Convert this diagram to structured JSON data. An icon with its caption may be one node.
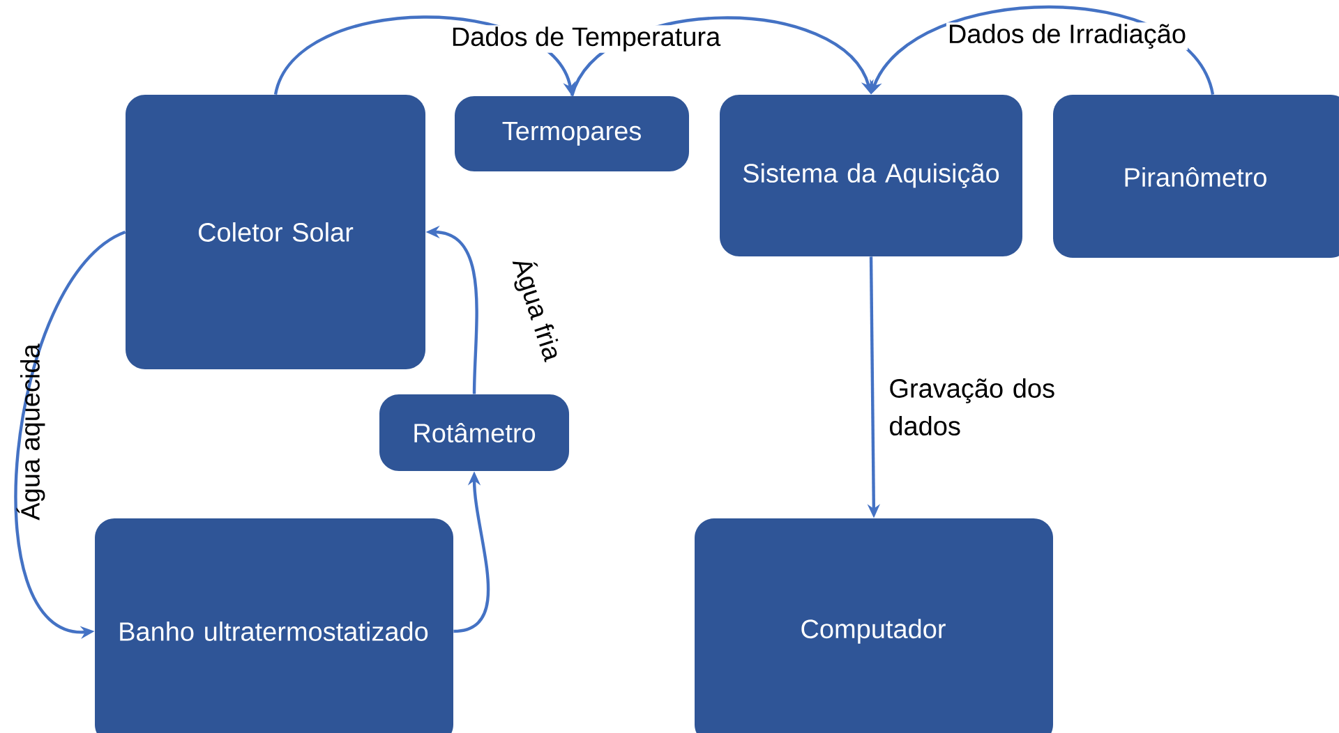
{
  "diagram": {
    "nodes": [
      {
        "text": [
          "Coletor Solar"
        ]
      },
      {
        "text": [
          "Termopares"
        ]
      },
      {
        "text": [
          "Sistema da Aquisição"
        ]
      },
      {
        "text": [
          "Piranômetro"
        ]
      },
      {
        "text": [
          "Rotâmetro"
        ]
      },
      {
        "text": [
          "Banho ultratermostatizado"
        ]
      },
      {
        "text": [
          "Computador"
        ]
      }
    ],
    "edges": [
      {
        "from": 0,
        "to": 1,
        "arrow": "to"
      },
      {
        "from": 1,
        "to": 2,
        "arrow": "to"
      },
      {
        "from": 3,
        "to": 2,
        "arrow": "to"
      },
      {
        "from": 2,
        "to": 6,
        "arrow": "to",
        "label": "Gravação dos dados"
      },
      {
        "from": 0,
        "to": 5,
        "arrow": "to",
        "label": "Água aquecida"
      },
      {
        "from": 5,
        "to": 4,
        "arrow": "to"
      },
      {
        "from": 4,
        "to": 0,
        "arrow": "to",
        "label": "Água fria"
      }
    ],
    "labels": [
      "Dados de Temperatura",
      "Dados de Irradiação"
    ]
  }
}
